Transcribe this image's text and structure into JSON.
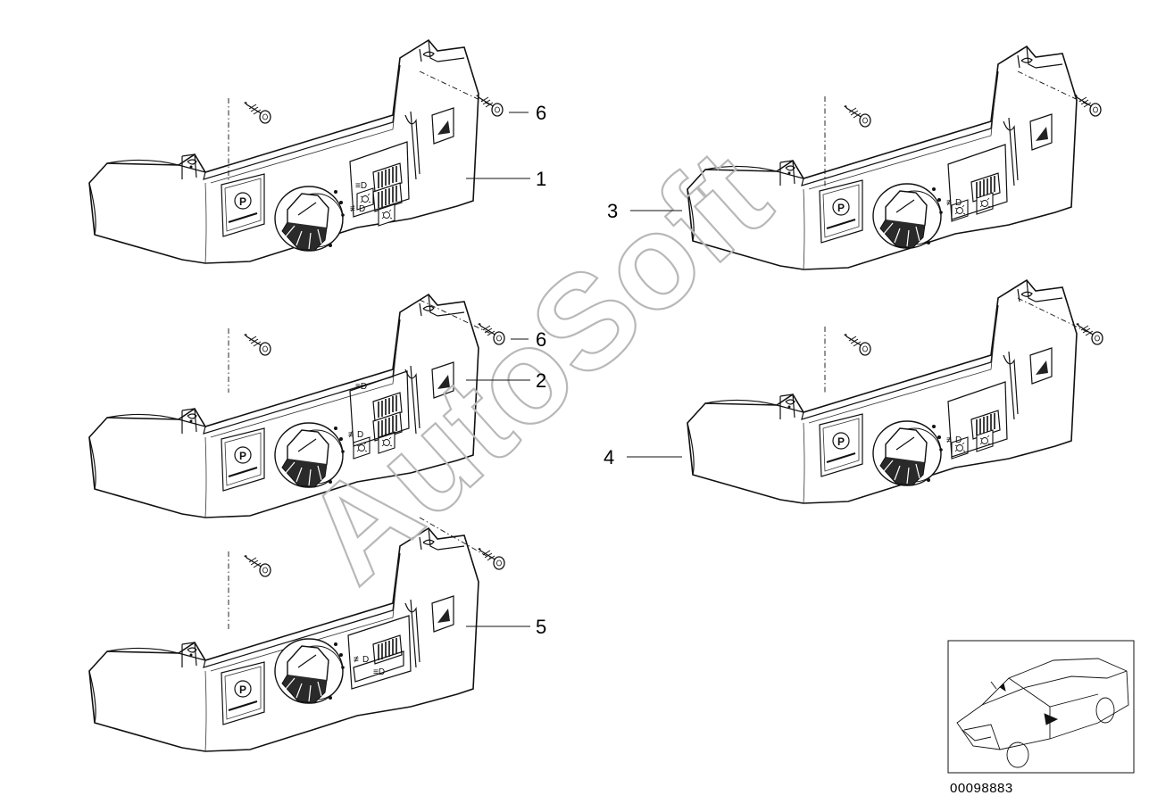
{
  "callouts": [
    {
      "id": "1",
      "label": "1"
    },
    {
      "id": "2",
      "label": "2"
    },
    {
      "id": "3",
      "label": "3"
    },
    {
      "id": "4",
      "label": "4"
    },
    {
      "id": "5",
      "label": "5"
    },
    {
      "id": "6a",
      "label": "6"
    },
    {
      "id": "6b",
      "label": "6"
    }
  ],
  "watermark": {
    "text": "AutoSoft"
  },
  "thumbnail": {
    "reference_number": "00098883"
  }
}
